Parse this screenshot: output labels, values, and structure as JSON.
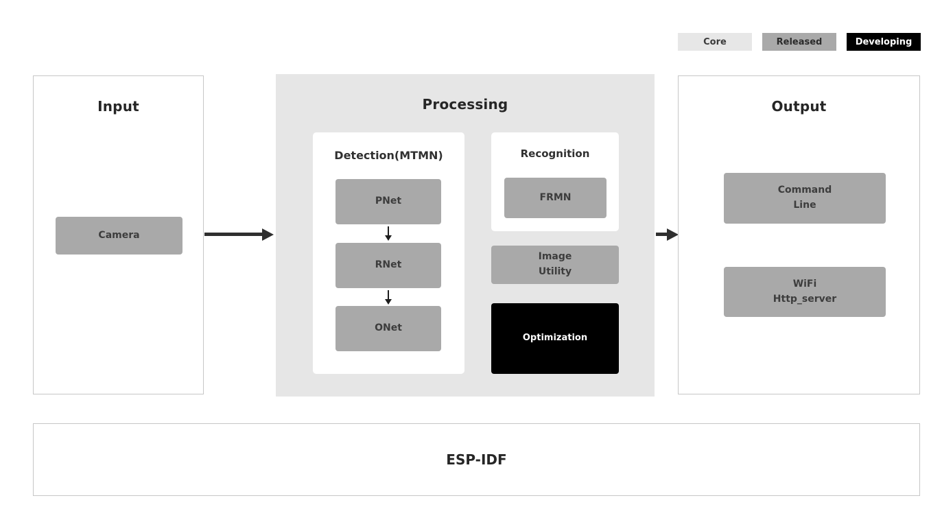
{
  "legend": {
    "items": [
      {
        "label": "Core",
        "style": "core"
      },
      {
        "label": "Released",
        "style": "released"
      },
      {
        "label": "Developing",
        "style": "developing"
      }
    ]
  },
  "columns": {
    "input": {
      "title": "Input",
      "nodes": [
        {
          "label": "Camera",
          "status": "released"
        }
      ]
    },
    "processing": {
      "title": "Processing",
      "groups": [
        {
          "title": "Detection(MTMN)",
          "nodes": [
            {
              "label": "PNet",
              "status": "released"
            },
            {
              "label": "RNet",
              "status": "released"
            },
            {
              "label": "ONet",
              "status": "released"
            }
          ]
        },
        {
          "title": "Recognition",
          "nodes": [
            {
              "label": "FRMN",
              "status": "released"
            }
          ]
        }
      ],
      "nodes": [
        {
          "label": "Image\nUtility",
          "status": "released"
        },
        {
          "label": "Optimization",
          "status": "developing"
        }
      ]
    },
    "output": {
      "title": "Output",
      "nodes": [
        {
          "label": "Command\nLine",
          "status": "released"
        },
        {
          "label": "WiFi\nHttp_server",
          "status": "released"
        }
      ]
    }
  },
  "foundation": {
    "title": "ESP-IDF"
  },
  "colors": {
    "core_bg": "#e7e7e7",
    "released_bg": "#a9a9a9",
    "developing_bg": "#000000",
    "processing_bg": "#e6e6e6",
    "arrow": "#2f2f2f",
    "panel_border": "#c6c6c6"
  }
}
